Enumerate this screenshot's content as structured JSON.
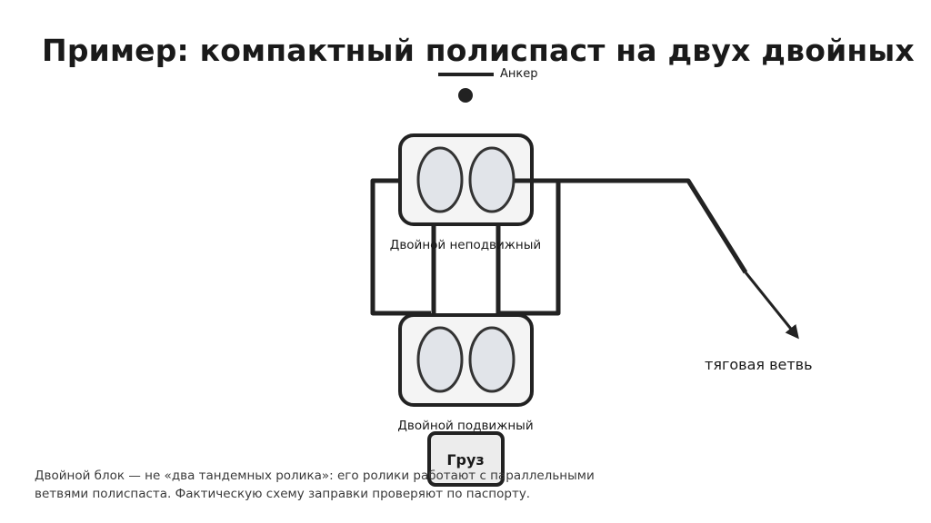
{
  "title": "Пример: компактный полиспаст на двух двойных",
  "labels": {
    "anchor": "Анкер",
    "fixed_block": "Двойной неподвижный",
    "moving_block": "Двойной подвижный",
    "load": "Груз",
    "pull_branch": "тяговая ветвь"
  },
  "note": "Двойной блок — не «два тандемных ролика»: его ролики работают с параллельными ветвями полиспаста. Фактическую схему заправки проверяют по паспорту.",
  "colors": {
    "stroke": "#222222",
    "block_fill": "#f4f4f4",
    "sheave_fill": "#e1e4e9",
    "background": "#ffffff"
  }
}
